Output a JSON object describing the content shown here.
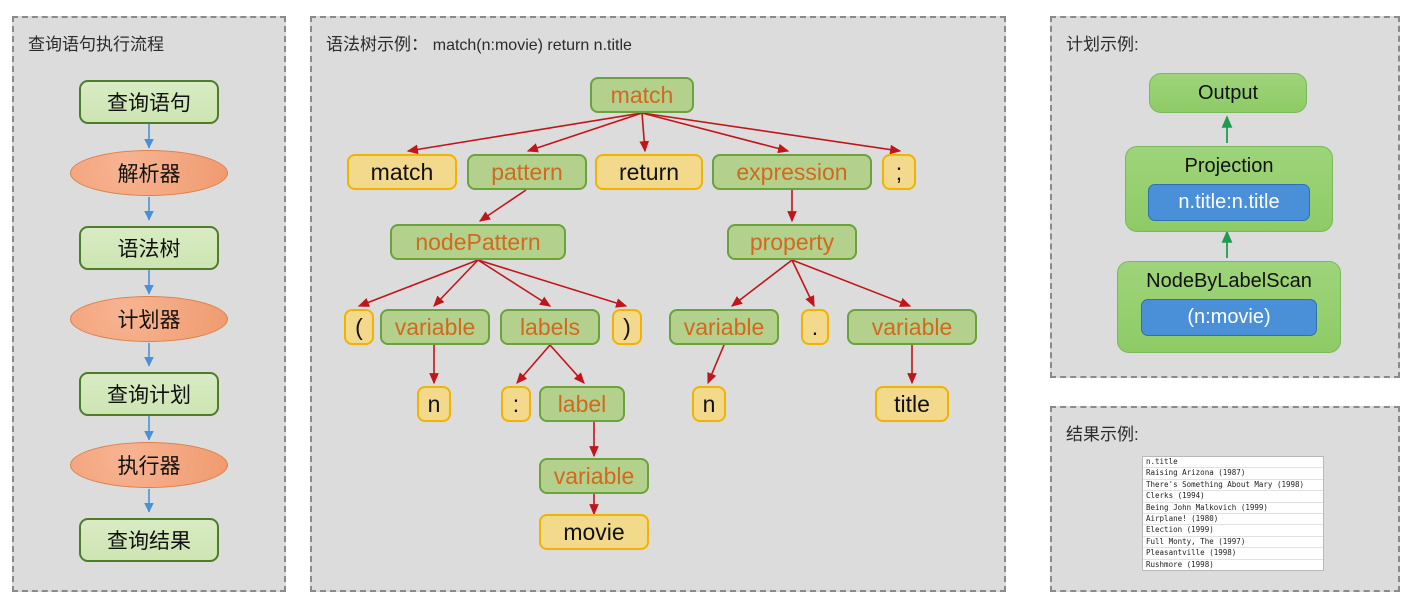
{
  "panels": {
    "flow": {
      "title": "查询语句执行流程"
    },
    "tree": {
      "title_label": "语法树示例：",
      "title_code": "match(n:movie) return n.title"
    },
    "plan": {
      "title": "计划示例:"
    },
    "result": {
      "title": "结果示例:"
    }
  },
  "flow": {
    "nodes": [
      {
        "label": "查询语句",
        "shape": "box"
      },
      {
        "label": "解析器",
        "shape": "ellipse"
      },
      {
        "label": "语法树",
        "shape": "box"
      },
      {
        "label": "计划器",
        "shape": "ellipse"
      },
      {
        "label": "查询计划",
        "shape": "box"
      },
      {
        "label": "执行器",
        "shape": "ellipse"
      },
      {
        "label": "查询结果",
        "shape": "box"
      }
    ],
    "arrow_color": "#4a90d9"
  },
  "tree": {
    "arrow_color": "#c0161b",
    "nodes": [
      {
        "id": "root",
        "label": "match",
        "kind": "green"
      },
      {
        "id": "m_tok",
        "label": "match",
        "kind": "yellow"
      },
      {
        "id": "pattern",
        "label": "pattern",
        "kind": "green"
      },
      {
        "id": "return",
        "label": "return",
        "kind": "yellow"
      },
      {
        "id": "expression",
        "label": "expression",
        "kind": "green"
      },
      {
        "id": "semi",
        "label": ";",
        "kind": "yellow"
      },
      {
        "id": "nodePat",
        "label": "nodePattern",
        "kind": "green"
      },
      {
        "id": "property",
        "label": "property",
        "kind": "green"
      },
      {
        "id": "lparen",
        "label": "(",
        "kind": "yellow"
      },
      {
        "id": "var1",
        "label": "variable",
        "kind": "green"
      },
      {
        "id": "labels",
        "label": "labels",
        "kind": "green"
      },
      {
        "id": "rparen",
        "label": ")",
        "kind": "yellow"
      },
      {
        "id": "var2",
        "label": "variable",
        "kind": "green"
      },
      {
        "id": "dot",
        "label": ".",
        "kind": "yellow"
      },
      {
        "id": "var3",
        "label": "variable",
        "kind": "green"
      },
      {
        "id": "n1",
        "label": "n",
        "kind": "yellow"
      },
      {
        "id": "colon",
        "label": ":",
        "kind": "yellow"
      },
      {
        "id": "label",
        "label": "label",
        "kind": "green"
      },
      {
        "id": "n2",
        "label": "n",
        "kind": "yellow"
      },
      {
        "id": "title",
        "label": "title",
        "kind": "yellow"
      },
      {
        "id": "var4",
        "label": "variable",
        "kind": "green"
      },
      {
        "id": "movie",
        "label": "movie",
        "kind": "yellow"
      }
    ]
  },
  "plan": {
    "arrow_color": "#1f9d4e",
    "nodes": [
      {
        "title": "Output",
        "chip": ""
      },
      {
        "title": "Projection",
        "chip": "n.title:n.title"
      },
      {
        "title": "NodeByLabelScan",
        "chip": "(n:movie)"
      }
    ]
  },
  "result": {
    "rows": [
      "n.title",
      "Raising Arizona (1987)",
      "There's Something About Mary (1998)",
      "Clerks (1994)",
      "Being John Malkovich (1999)",
      "Airplane! (1980)",
      "Election (1999)",
      "Full Monty, The (1997)",
      "Pleasantville (1998)",
      "Rushmore (1998)"
    ]
  },
  "colors": {
    "panel_bg": "#dcdcdc",
    "panel_border": "#8a8a8a",
    "green_node": "#b3d08c",
    "yellow_node": "#f2d98b",
    "blue_chip": "#4a90d9",
    "flow_box": "#cde5b2",
    "flow_ellipse": "#f09a6e"
  }
}
